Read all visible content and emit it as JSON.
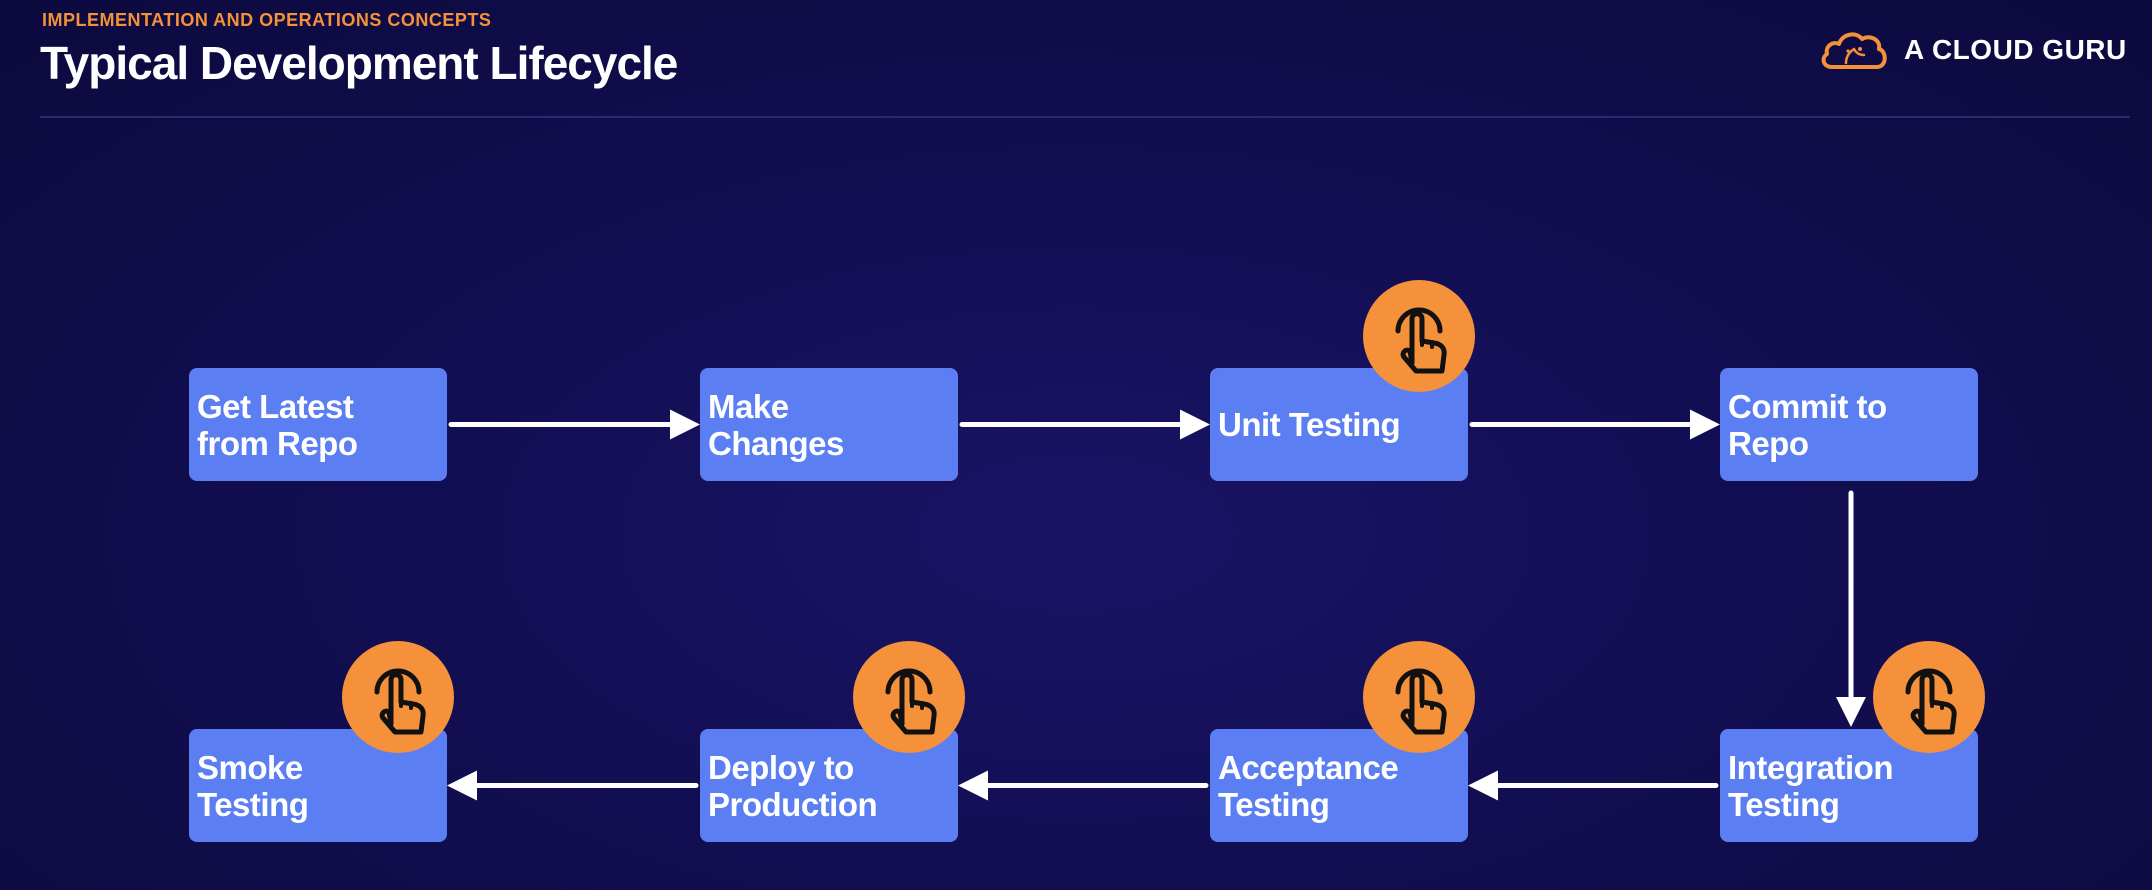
{
  "header": {
    "section_label": "IMPLEMENTATION AND OPERATIONS CONCEPTS",
    "title": "Typical Development Lifecycle"
  },
  "brand": {
    "name": "A CLOUD GURU",
    "logo_icon": "cloud-logo-icon"
  },
  "colors": {
    "background": "#120e52",
    "box": "#5b7ff2",
    "accent": "#f4913a",
    "arrow": "#ffffff"
  },
  "diagram": {
    "steps": [
      {
        "id": "get-latest",
        "label": "Get Latest\nfrom Repo",
        "manual": false
      },
      {
        "id": "make-changes",
        "label": "Make\nChanges",
        "manual": false
      },
      {
        "id": "unit-testing",
        "label": "Unit Testing",
        "manual": true
      },
      {
        "id": "commit-to-repo",
        "label": "Commit to\nRepo",
        "manual": false
      },
      {
        "id": "integration-testing",
        "label": "Integration\nTesting",
        "manual": true
      },
      {
        "id": "acceptance-testing",
        "label": "Acceptance\nTesting",
        "manual": true
      },
      {
        "id": "deploy-to-production",
        "label": "Deploy to\nProduction",
        "manual": true
      },
      {
        "id": "smoke-testing",
        "label": "Smoke\nTesting",
        "manual": true
      }
    ],
    "edges": [
      {
        "from": "get-latest",
        "to": "make-changes"
      },
      {
        "from": "make-changes",
        "to": "unit-testing"
      },
      {
        "from": "unit-testing",
        "to": "commit-to-repo"
      },
      {
        "from": "commit-to-repo",
        "to": "integration-testing"
      },
      {
        "from": "integration-testing",
        "to": "acceptance-testing"
      },
      {
        "from": "acceptance-testing",
        "to": "deploy-to-production"
      },
      {
        "from": "deploy-to-production",
        "to": "smoke-testing"
      }
    ],
    "manual_step_icon": "hand-tap-icon"
  }
}
